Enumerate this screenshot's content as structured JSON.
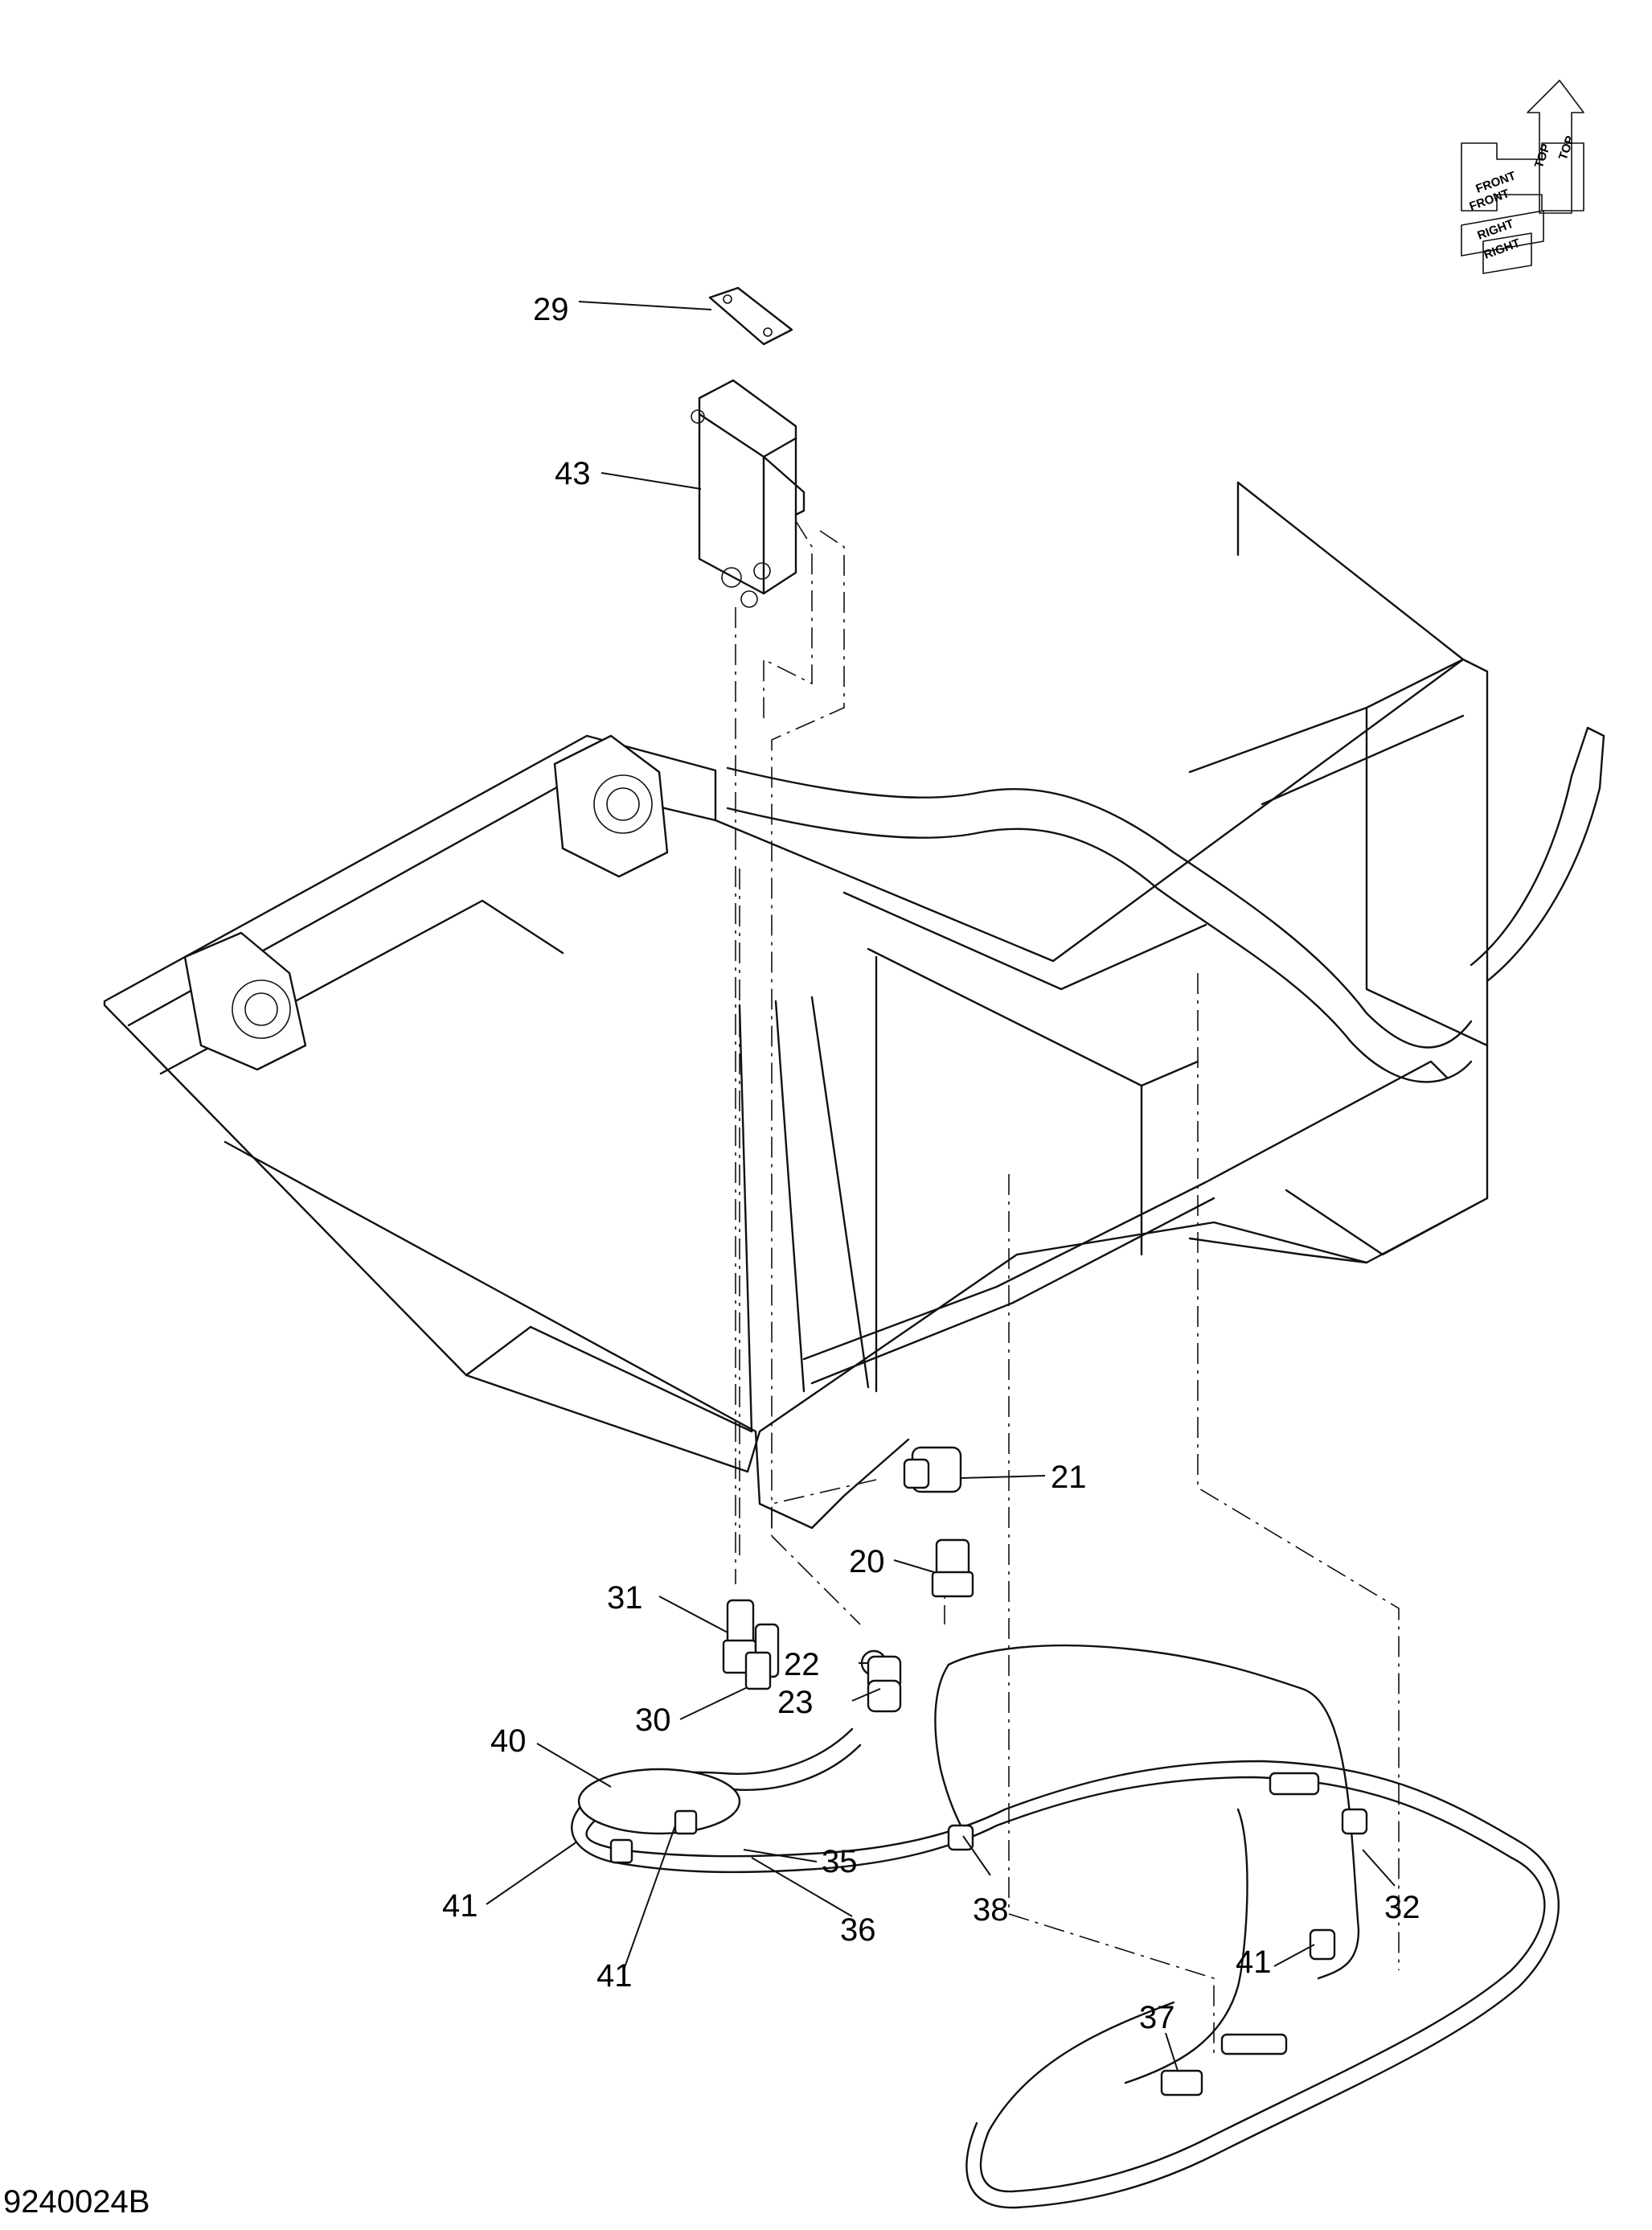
{
  "drawing_number": "9240024B",
  "orientation_labels": {
    "top": "TOP",
    "front": "FRONT",
    "right": "RIGHT"
  },
  "callouts": {
    "c29": "29",
    "c43": "43",
    "c21": "21",
    "c20": "20",
    "c31": "31",
    "c22": "22",
    "c23": "23",
    "c30": "30",
    "c40": "40",
    "c35": "35",
    "c41a": "41",
    "c41b": "41",
    "c41c": "41",
    "c36": "36",
    "c38": "38",
    "c32": "32",
    "c37": "37"
  }
}
